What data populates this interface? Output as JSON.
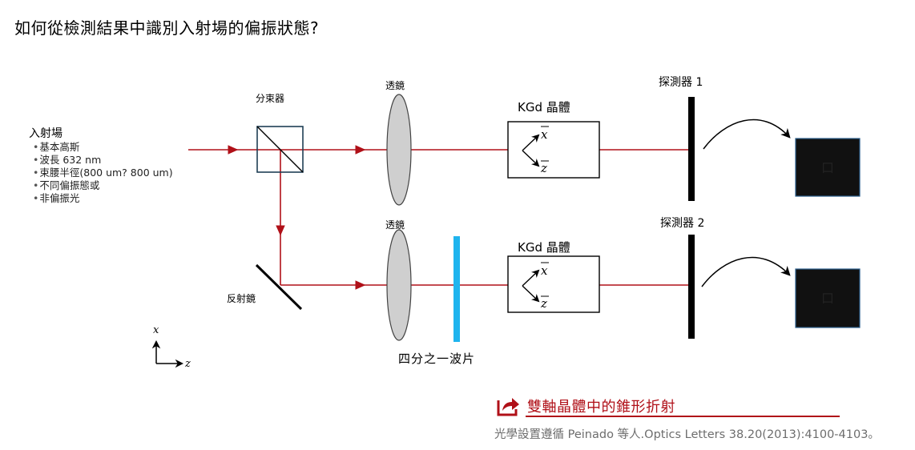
{
  "title": "如何從檢測結果中識別入射場的偏振狀態?",
  "source": {
    "heading": "入射場",
    "bullets": [
      "基本高斯",
      "波長 632 nm",
      "束腰半徑(800 um? 800 um)",
      "不同偏振態或",
      "非偏振光"
    ]
  },
  "labels": {
    "beam_splitter": "分束器",
    "lens_top": "透鏡",
    "lens_bottom": "透鏡",
    "mirror": "反射鏡",
    "crystal_top": "KGd 晶體",
    "crystal_bottom": "KGd 晶體",
    "detector_top": "探測器 1",
    "detector_bottom": "探測器 2",
    "quarter_wave_plate": "四分之一波片"
  },
  "crystal_axes": {
    "upper": "x",
    "lower": "z"
  },
  "screen_glyph": "口",
  "coord_axes": {
    "vertical": "x",
    "horizontal": "z"
  },
  "link": {
    "text": "雙軸晶體中的錐形折射",
    "icon": "share-arrow-icon"
  },
  "citation": "光學設置遵循 Peinado 等人.Optics Letters 38.20(2013):4100-4103。",
  "colors": {
    "beam": "#b01018",
    "quarter_wave_plate": "#1fb4ee",
    "screen": "#111111",
    "screen_border": "#2a5e8c",
    "beam_splitter_border": "#1f3f55",
    "lens_fill": "#cfcfcf",
    "link": "#b01018"
  }
}
